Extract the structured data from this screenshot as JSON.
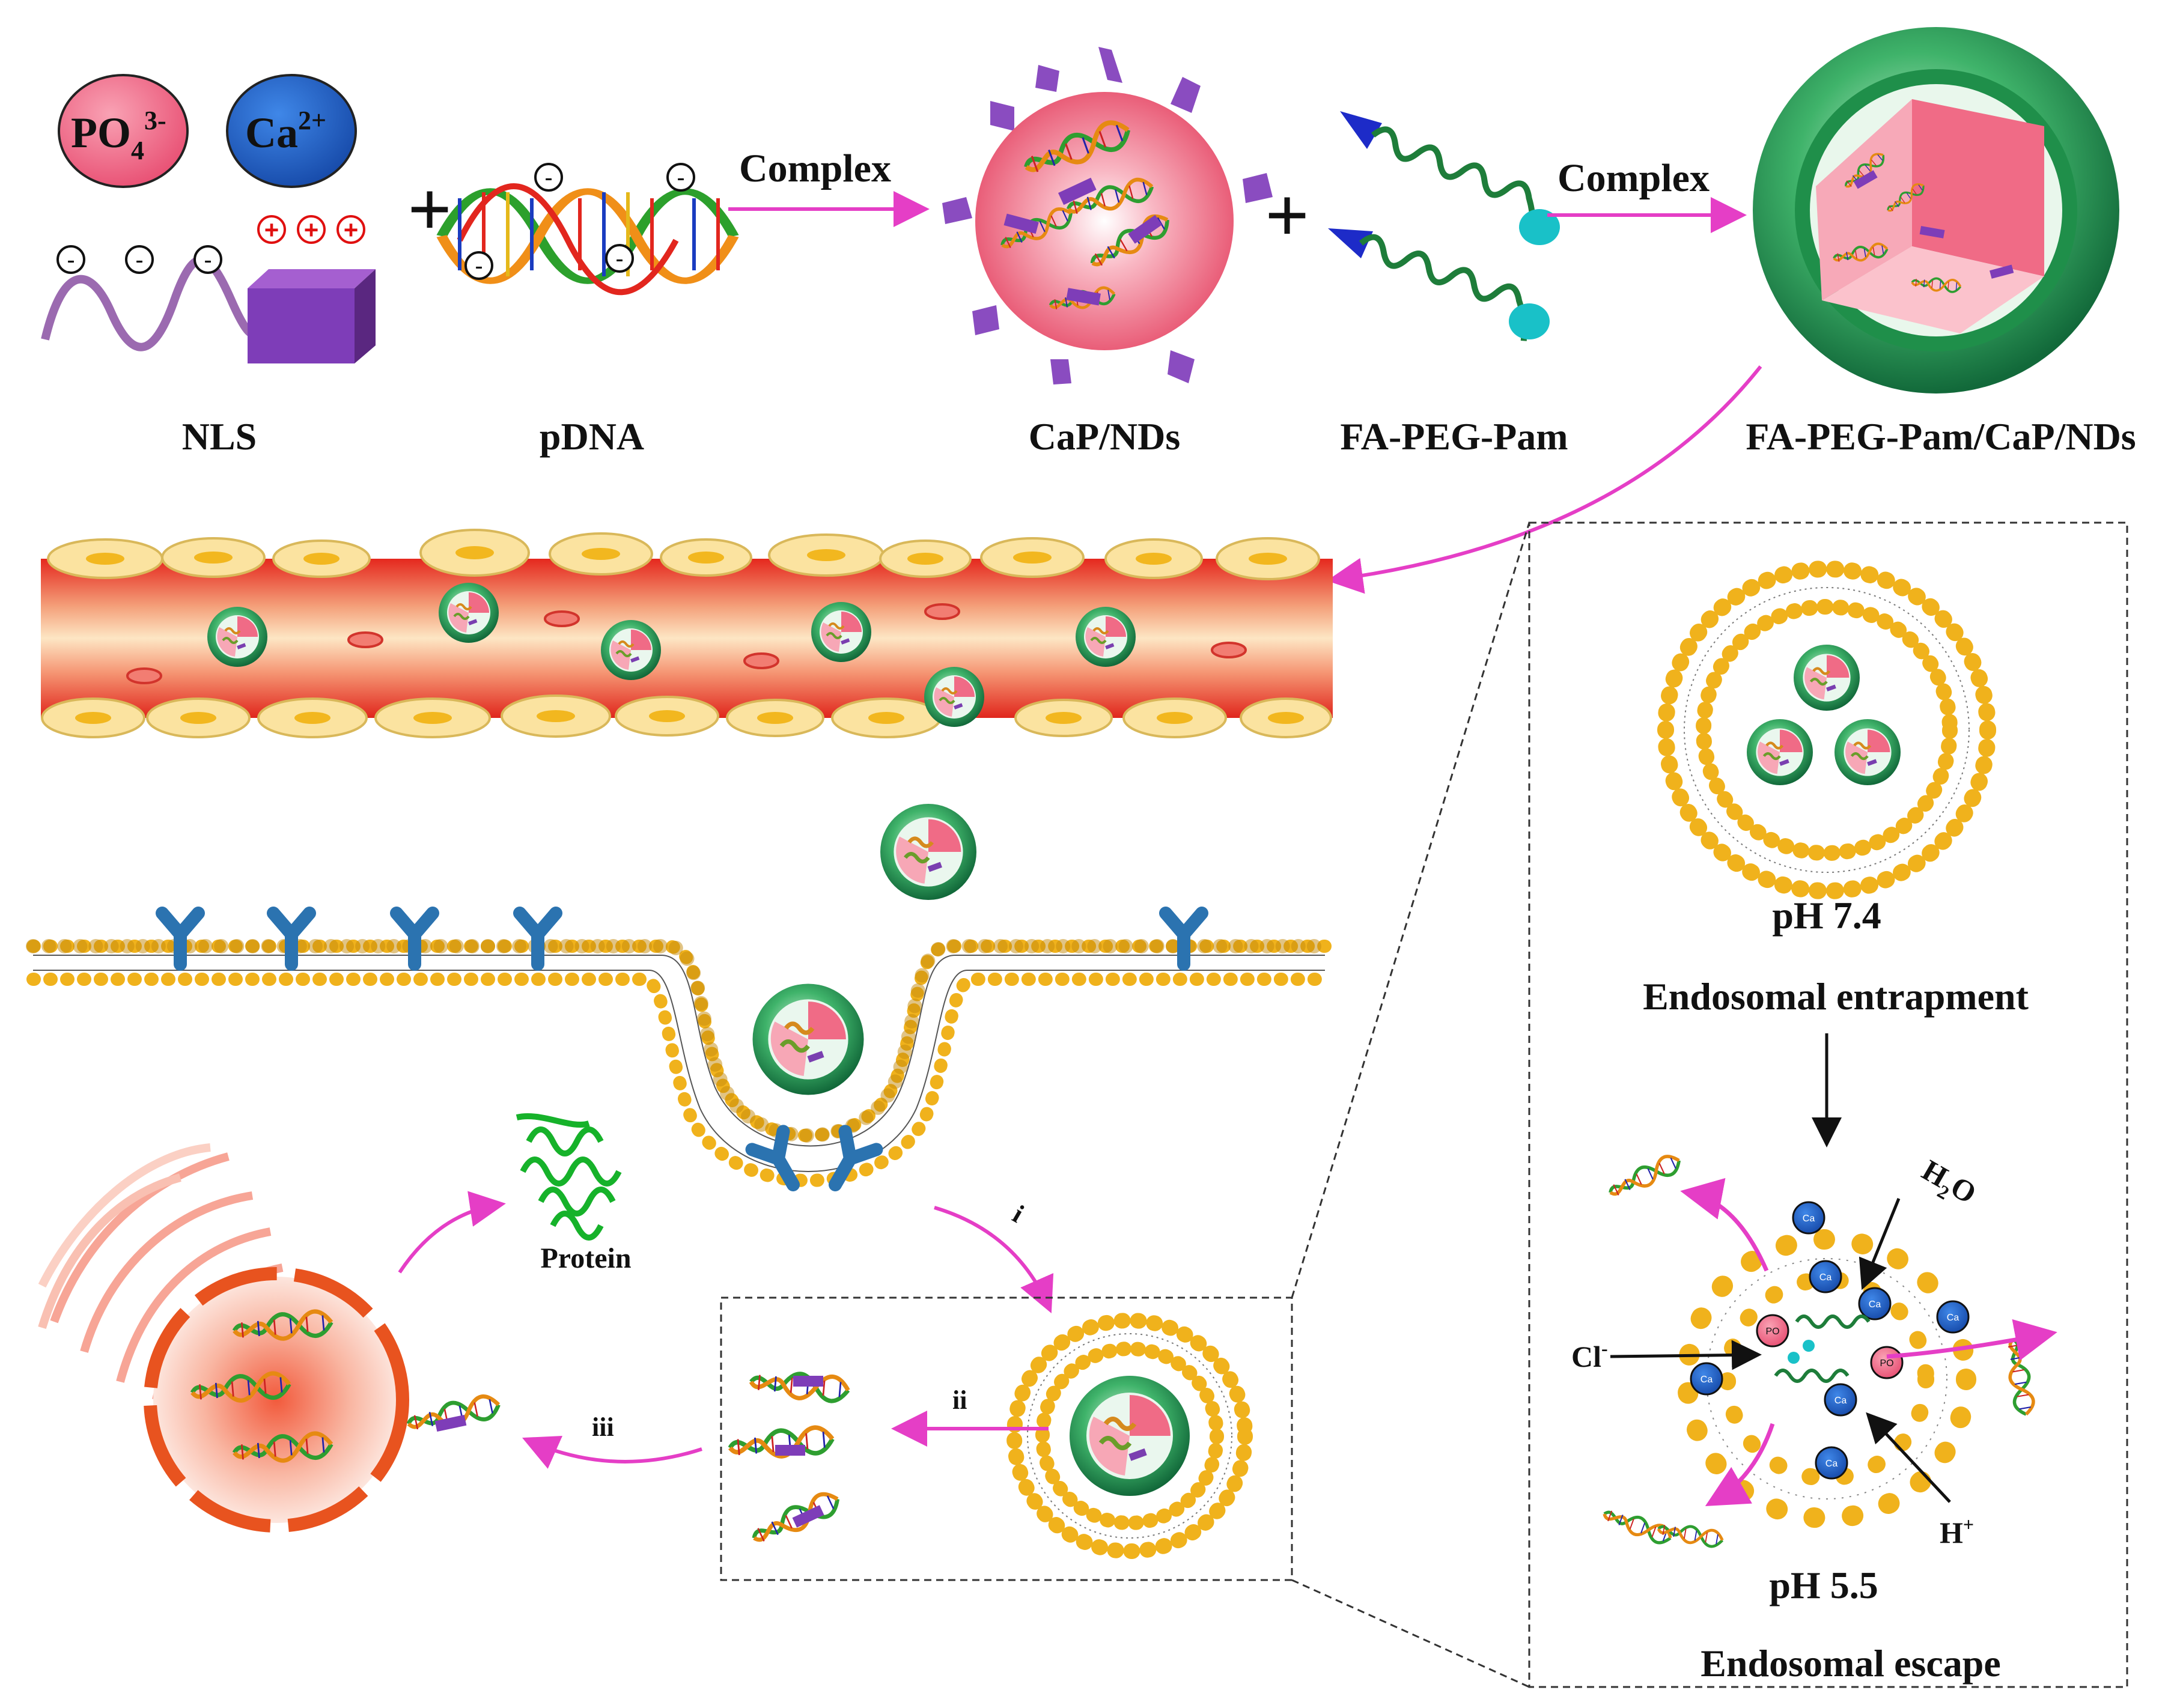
{
  "ions": {
    "phosphate": "PO",
    "phosphate_sub": "4",
    "phosphate_sup": "3-",
    "calcium": "Ca",
    "calcium_sup": "2+"
  },
  "charges": {
    "neg": "-",
    "pos": "+"
  },
  "arrows": {
    "complex1": "Complex",
    "complex2": "Complex"
  },
  "plus": "+",
  "labels": {
    "nls": "NLS",
    "pdna": "pDNA",
    "cap_nds": "CaP/NDs",
    "fa_peg_pam": "FA-PEG-Pam",
    "fa_peg_pam_cap_nds": "FA-PEG-Pam/CaP/NDs",
    "protein": "Protein"
  },
  "steps": {
    "i": "i",
    "ii": "ii",
    "iii": "iii"
  },
  "panel": {
    "ph_top": "pH 7.4",
    "entrapment": "Endosomal entrapment",
    "ph_bottom": "pH 5.5",
    "escape": "Endosomal escape",
    "h2o": "H",
    "h2o_sub": "2",
    "h2o_tail": "O",
    "cl": "Cl",
    "cl_sup": "-",
    "h": "H",
    "h_sup": "+",
    "ion_ca": "Ca",
    "ion_po": "PO"
  },
  "colors": {
    "arrow": "#e53ec6",
    "phosphate": "#f06a8a",
    "calcium": "#1f63c8",
    "nanoparticle": "#f3778f",
    "shell": "#2f9e5a",
    "vessel": "#ec4a2f",
    "lipid": "#f5c531",
    "receptor": "#2b73b0"
  }
}
